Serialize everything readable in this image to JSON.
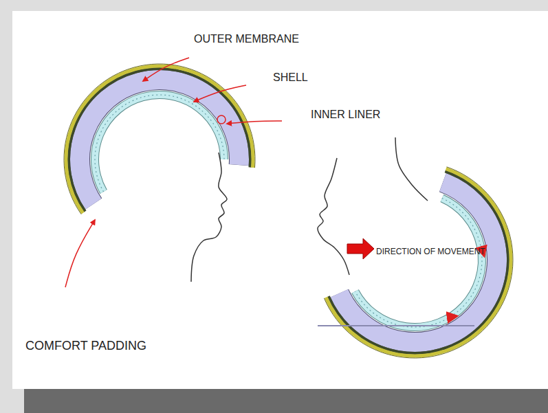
{
  "diagram": {
    "labels": [
      "OUTER MEMBRANE",
      "SHELL",
      "INNER LINER",
      "DIRECTION OF MOVEMENT",
      "COMFORT PADDING"
    ]
  }
}
